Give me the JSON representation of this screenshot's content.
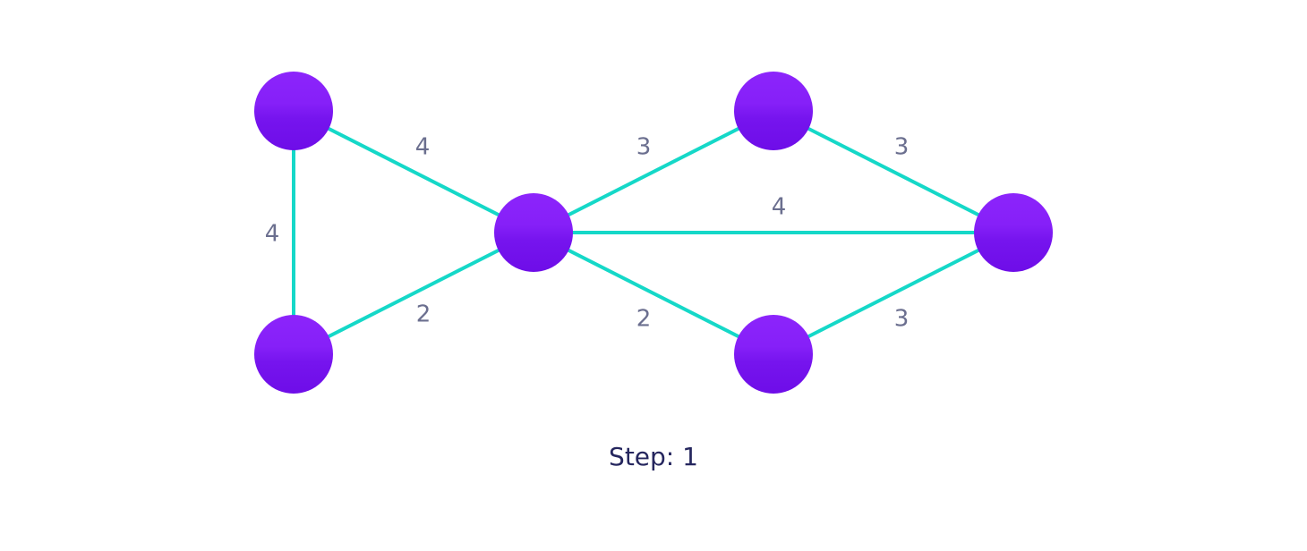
{
  "diagram": {
    "type": "weighted-undirected-graph",
    "colors": {
      "node_top": "#8c24fb",
      "node_bottom": "#6e0de8",
      "edge": "#15d8c8",
      "edge_label": "#6b6f8f",
      "step_text": "#25265e"
    },
    "nodes": [
      {
        "id": "A"
      },
      {
        "id": "B"
      },
      {
        "id": "C"
      },
      {
        "id": "D"
      },
      {
        "id": "E"
      },
      {
        "id": "F"
      }
    ],
    "edges": [
      {
        "from": "A",
        "to": "C",
        "weight": "4"
      },
      {
        "from": "A",
        "to": "B",
        "weight": "4"
      },
      {
        "from": "B",
        "to": "C",
        "weight": "2"
      },
      {
        "from": "C",
        "to": "D",
        "weight": "3"
      },
      {
        "from": "C",
        "to": "E",
        "weight": "4"
      },
      {
        "from": "C",
        "to": "F",
        "weight": "2"
      },
      {
        "from": "D",
        "to": "E",
        "weight": "3"
      },
      {
        "from": "F",
        "to": "E",
        "weight": "3"
      }
    ]
  },
  "step": {
    "label": "Step: 1"
  }
}
